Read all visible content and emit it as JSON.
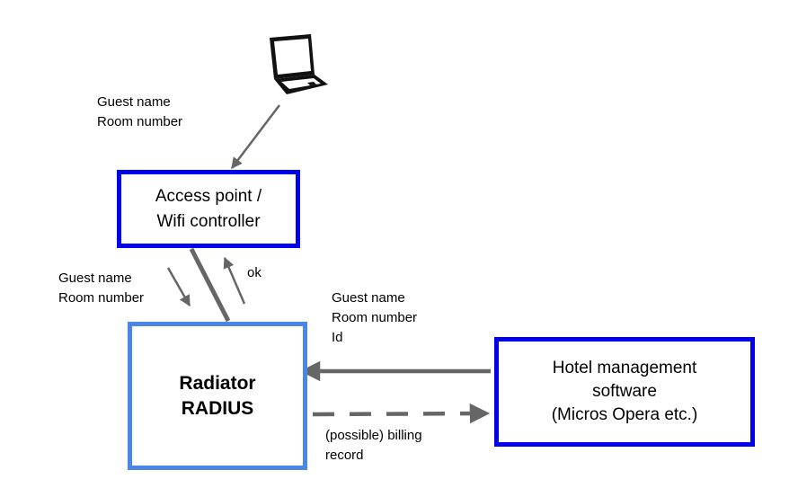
{
  "nodes": {
    "access_point": {
      "lines": [
        "Access point /",
        "Wifi controller"
      ],
      "border_color": "#0000ee"
    },
    "radius": {
      "lines": [
        "Radiator",
        "RADIUS"
      ],
      "border_color": "#4a86e8"
    },
    "hotel": {
      "lines": [
        "Hotel management",
        "software",
        "(Micros Opera etc.)"
      ],
      "border_color": "#0000ee"
    },
    "laptop": {
      "icon": "laptop-icon"
    }
  },
  "labels": {
    "laptop_to_ap": [
      "Guest name",
      "Room number"
    ],
    "ap_to_radius": [
      "Guest name",
      "Room number"
    ],
    "radius_to_ap": "ok",
    "hotel_to_radius": [
      "Guest name",
      "Room number",
      "Id"
    ],
    "radius_to_hotel": [
      "(possible) billing",
      "record"
    ]
  },
  "edges": [
    {
      "from": "laptop",
      "to": "access_point",
      "style": "solid-arrow"
    },
    {
      "from": "access_point",
      "to": "radius",
      "style": "thick-line"
    },
    {
      "from": "access_point",
      "to": "radius",
      "style": "thin-arrow",
      "label": "ap_to_radius"
    },
    {
      "from": "radius",
      "to": "access_point",
      "style": "thin-arrow",
      "label": "radius_to_ap"
    },
    {
      "from": "hotel",
      "to": "radius",
      "style": "thick-arrow",
      "label": "hotel_to_radius"
    },
    {
      "from": "radius",
      "to": "hotel",
      "style": "dashed-arrow",
      "label": "radius_to_hotel"
    }
  ],
  "colors": {
    "arrow": "#666666",
    "text": "#000000"
  }
}
